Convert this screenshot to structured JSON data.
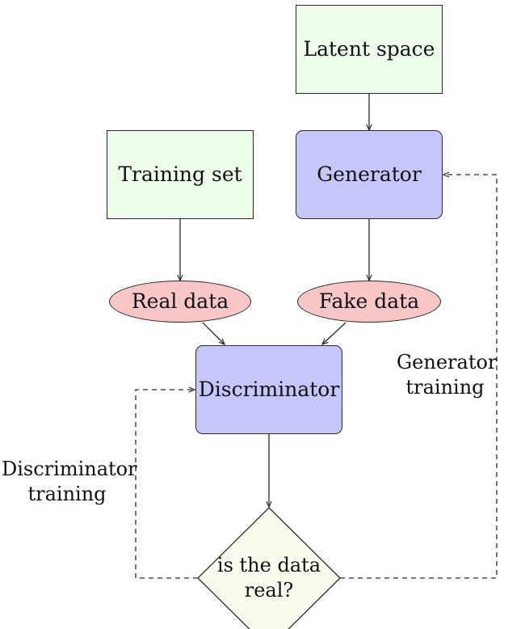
{
  "nodes": {
    "latent_space": "Latent space",
    "training_set": "Training set",
    "generator": "Generator",
    "real_data": "Real data",
    "fake_data": "Fake data",
    "discriminator": "Discriminator",
    "decision": [
      "is the data",
      "real?"
    ]
  },
  "edge_labels": {
    "generator_training": [
      "Generator",
      "training"
    ],
    "discriminator_training": [
      "Discriminator",
      "training"
    ]
  },
  "colors": {
    "data_source_fill": "#eefcea",
    "network_fill": "#c6c6fb",
    "data_fill": "#f8c6c6",
    "decision_fill": "#fbfcef",
    "stroke": "#2a2a2a"
  }
}
